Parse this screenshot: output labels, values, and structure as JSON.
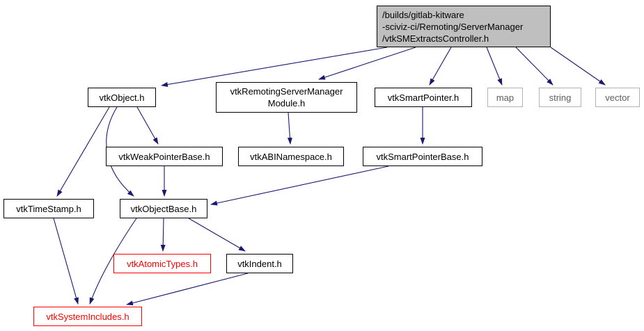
{
  "colors": {
    "edge": "#191970",
    "root_fill": "#bfbfbf",
    "node_border": "#000000",
    "truncated_red": "#ff0000",
    "external_border": "#b3b3b3"
  },
  "nodes": {
    "root": "/builds/gitlab-kitware\n-sciviz-ci/Remoting/ServerManager\n/vtkSMExtractsController.h",
    "vtkObject": "vtkObject.h",
    "vtkRemotingServerManagerModule": "vtkRemotingServerManager\nModule.h",
    "vtkSmartPointer": "vtkSmartPointer.h",
    "map": "map",
    "string": "string",
    "vector": "vector",
    "vtkWeakPointerBase": "vtkWeakPointerBase.h",
    "vtkABINamespace": "vtkABINamespace.h",
    "vtkSmartPointerBase": "vtkSmartPointerBase.h",
    "vtkTimeStamp": "vtkTimeStamp.h",
    "vtkObjectBase": "vtkObjectBase.h",
    "vtkAtomicTypes": "vtkAtomicTypes.h",
    "vtkIndent": "vtkIndent.h",
    "vtkSystemIncludes": "vtkSystemIncludes.h"
  },
  "edges": [
    {
      "from": "vtkSMExtractsController.h",
      "to": "vtkObject.h"
    },
    {
      "from": "vtkSMExtractsController.h",
      "to": "vtkRemotingServerManagerModule.h"
    },
    {
      "from": "vtkSMExtractsController.h",
      "to": "vtkSmartPointer.h"
    },
    {
      "from": "vtkSMExtractsController.h",
      "to": "map"
    },
    {
      "from": "vtkSMExtractsController.h",
      "to": "string"
    },
    {
      "from": "vtkSMExtractsController.h",
      "to": "vector"
    },
    {
      "from": "vtkObject.h",
      "to": "vtkWeakPointerBase.h"
    },
    {
      "from": "vtkObject.h",
      "to": "vtkTimeStamp.h"
    },
    {
      "from": "vtkObject.h",
      "to": "vtkObjectBase.h"
    },
    {
      "from": "vtkRemotingServerManagerModule.h",
      "to": "vtkABINamespace.h"
    },
    {
      "from": "vtkSmartPointer.h",
      "to": "vtkSmartPointerBase.h"
    },
    {
      "from": "vtkWeakPointerBase.h",
      "to": "vtkObjectBase.h"
    },
    {
      "from": "vtkSmartPointerBase.h",
      "to": "vtkObjectBase.h"
    },
    {
      "from": "vtkTimeStamp.h",
      "to": "vtkSystemIncludes.h"
    },
    {
      "from": "vtkObjectBase.h",
      "to": "vtkSystemIncludes.h"
    },
    {
      "from": "vtkObjectBase.h",
      "to": "vtkAtomicTypes.h"
    },
    {
      "from": "vtkObjectBase.h",
      "to": "vtkIndent.h"
    },
    {
      "from": "vtkIndent.h",
      "to": "vtkSystemIncludes.h"
    }
  ]
}
